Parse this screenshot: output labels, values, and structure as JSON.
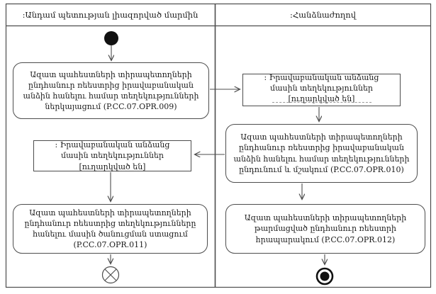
{
  "diagram": {
    "title_hint": "UML activity diagram with two swimlanes",
    "colors": {
      "line": "#4d4d4d",
      "text": "#1c1c1c",
      "background": "#ffffff",
      "node_fill": "#111111"
    },
    "lanes": [
      {
        "label": ":Անդամ պետության լիազորված մարմին"
      },
      {
        "label": ":Հանձնաժողով"
      }
    ],
    "nodes": {
      "action_009": {
        "text": "Ազատ պահեստների տիրապետողների ընդհանուր ռեեստրից իրավաբանական անձին հանելու համար տեղեկությունների ներկայացում (P.CC.07.OPR.009)"
      },
      "object_info_sent_right": {
        "text": ": Իրավաբանական անձանց մասին տեղեկություններ [ուղարկված են]"
      },
      "action_010": {
        "text": "Ազատ պահեստների տիրապետողների ընդհանուր ռեեստրից իրավաբանական անձին հանելու համար տեղեկությունների ընդունում և մշակում (P.CC.07.OPR.010)"
      },
      "object_info_sent_left": {
        "text": ": Իրավաբանական անձանց մասին տեղեկություններ [ուղարկված են]"
      },
      "action_011": {
        "text": "Ազատ պահեստների տիրապետողների ընդհանուր ռեեստրից տեղեկությունները հանելու մասին ծանուցման ստացում (P.CC.07.OPR.011)"
      },
      "action_012": {
        "text": "Ազատ պահեստների տիրապետողների թարմացված ընդհանուր ռեեստրի հրապարակում (P.CC.07.OPR.012)"
      }
    }
  }
}
